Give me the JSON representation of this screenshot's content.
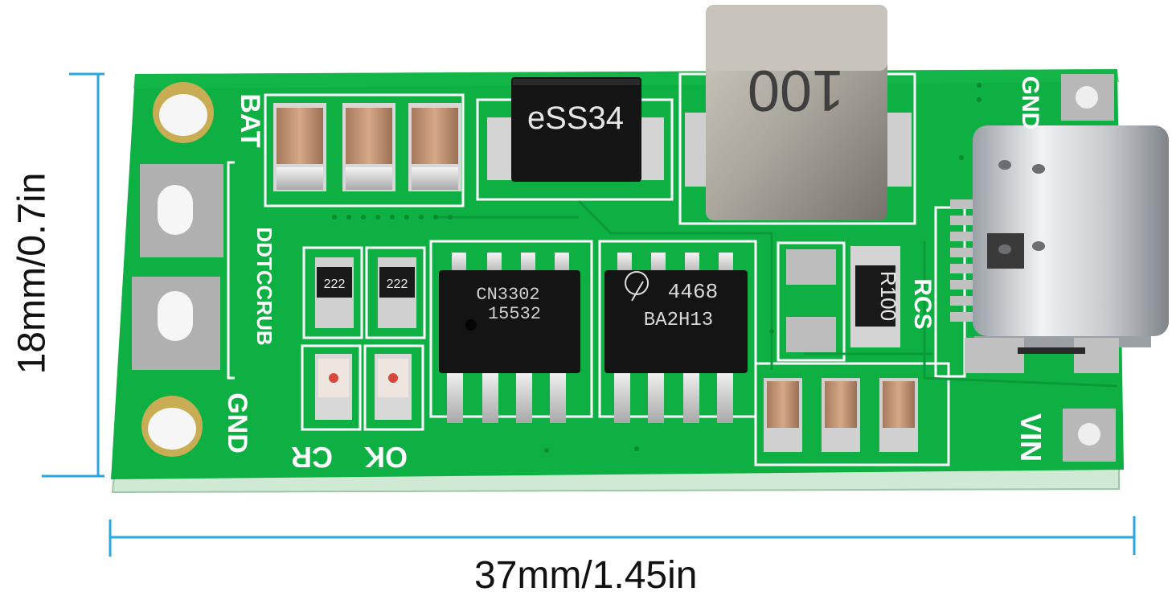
{
  "dimensions": {
    "width": "37mm/1.45in",
    "height": "18mm/0.7in"
  },
  "silkscreen": {
    "bat": "BAT",
    "gnd_left": "GND",
    "gnd_right": "GND",
    "vin": "VIN",
    "rcs": "RCS",
    "cr": "CR",
    "ok": "OK",
    "brand": "DDTCCRUB"
  },
  "components": {
    "diode": "eSS34",
    "inductor": "100",
    "ic1_line1": "CN3302",
    "ic1_line2": "15532",
    "ic2_line1": "4468",
    "ic2_line2": "BA2H13",
    "resistor_a": "222",
    "resistor_b": "222",
    "sense_resistor": "R100"
  },
  "colors": {
    "pcb": "#0fb043",
    "pcb_edge": "#c9e8cf",
    "dimension_line": "#29a6e0",
    "silkscreen": "#ffffff"
  }
}
